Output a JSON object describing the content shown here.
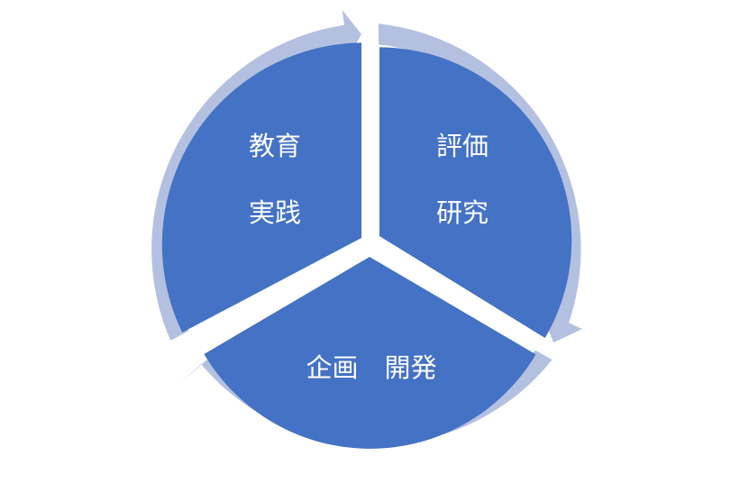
{
  "diagram": {
    "type": "cycle",
    "segments": [
      {
        "id": "education",
        "lines": [
          "教育",
          "実践"
        ]
      },
      {
        "id": "evaluation",
        "lines": [
          "評価",
          "研究"
        ]
      },
      {
        "id": "planning",
        "lines": [
          "企画　開発"
        ]
      }
    ],
    "colors": {
      "segment_fill": "#4472C4",
      "arrow_fill": "#B4C0E0",
      "label_text": "#FFFFFF",
      "background": "#FFFFFF"
    }
  }
}
